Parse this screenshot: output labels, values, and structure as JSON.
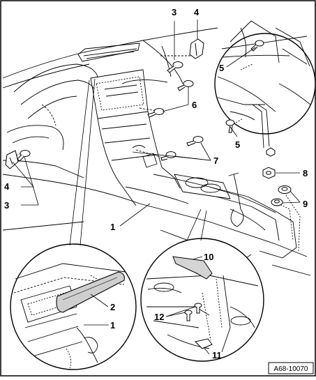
{
  "callouts": {
    "c1_main": "1",
    "c1_inset": "1",
    "c2": "2",
    "c3_top": "3",
    "c3_left": "3",
    "c4_top": "4",
    "c4_left": "4",
    "c5_upper": "5",
    "c5_lower": "5",
    "c6": "6",
    "c7": "7",
    "c8": "8",
    "c9": "9",
    "c10": "10",
    "c11": "11",
    "c12": "12"
  },
  "figure_id": "A68-10070"
}
